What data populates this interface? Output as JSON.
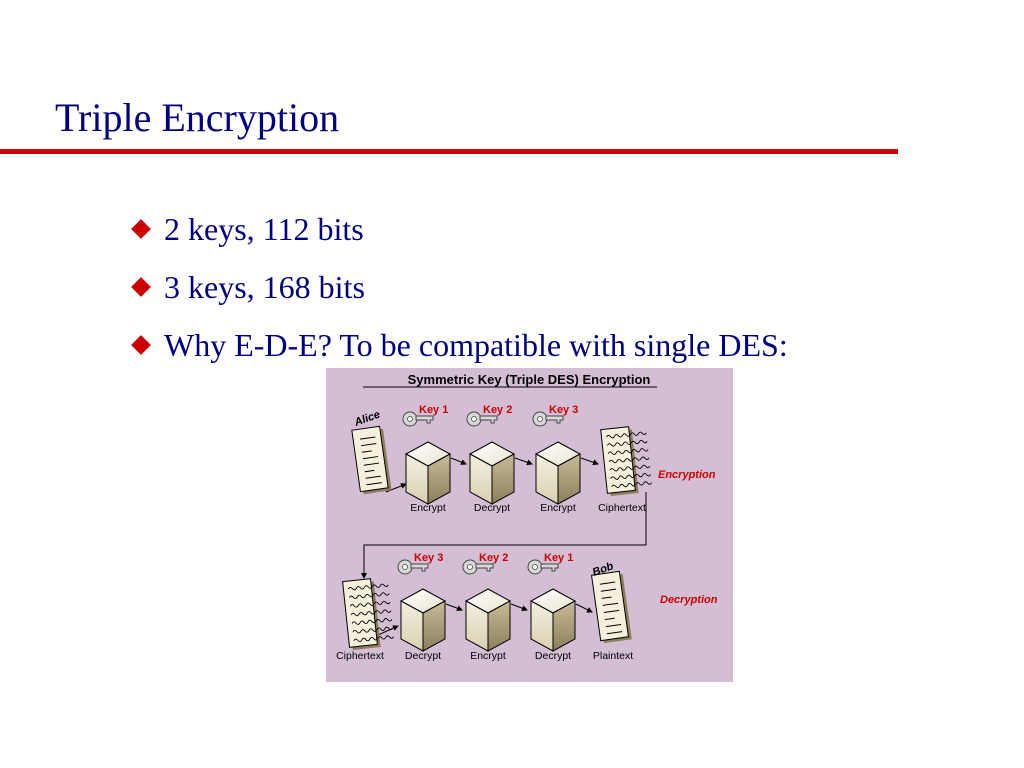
{
  "slide": {
    "title": "Triple Encryption",
    "bullets": [
      "2 keys, 112 bits",
      "3 keys, 168 bits",
      "Why E-D-E? To be compatible with single DES:"
    ]
  },
  "colors": {
    "title_text": "#000080",
    "rule": "#cc0000",
    "bullet_marker": "#cc0000",
    "figure_bg": "#d4bed4",
    "key_label": "#cc0000"
  },
  "figure": {
    "title": "Symmetric Key (Triple DES) Encryption",
    "encryption": {
      "side_label": "Encryption",
      "person": "Alice",
      "keys": [
        "Key 1",
        "Key 2",
        "Key 3"
      ],
      "steps": [
        "Encrypt",
        "Decrypt",
        "Encrypt"
      ],
      "output": "Ciphertext"
    },
    "decryption": {
      "side_label": "Decryption",
      "person": "Bob",
      "input": "Ciphertext",
      "keys": [
        "Key 3",
        "Key 2",
        "Key 1"
      ],
      "steps": [
        "Decrypt",
        "Encrypt",
        "Decrypt"
      ],
      "output": "Plaintext"
    }
  }
}
